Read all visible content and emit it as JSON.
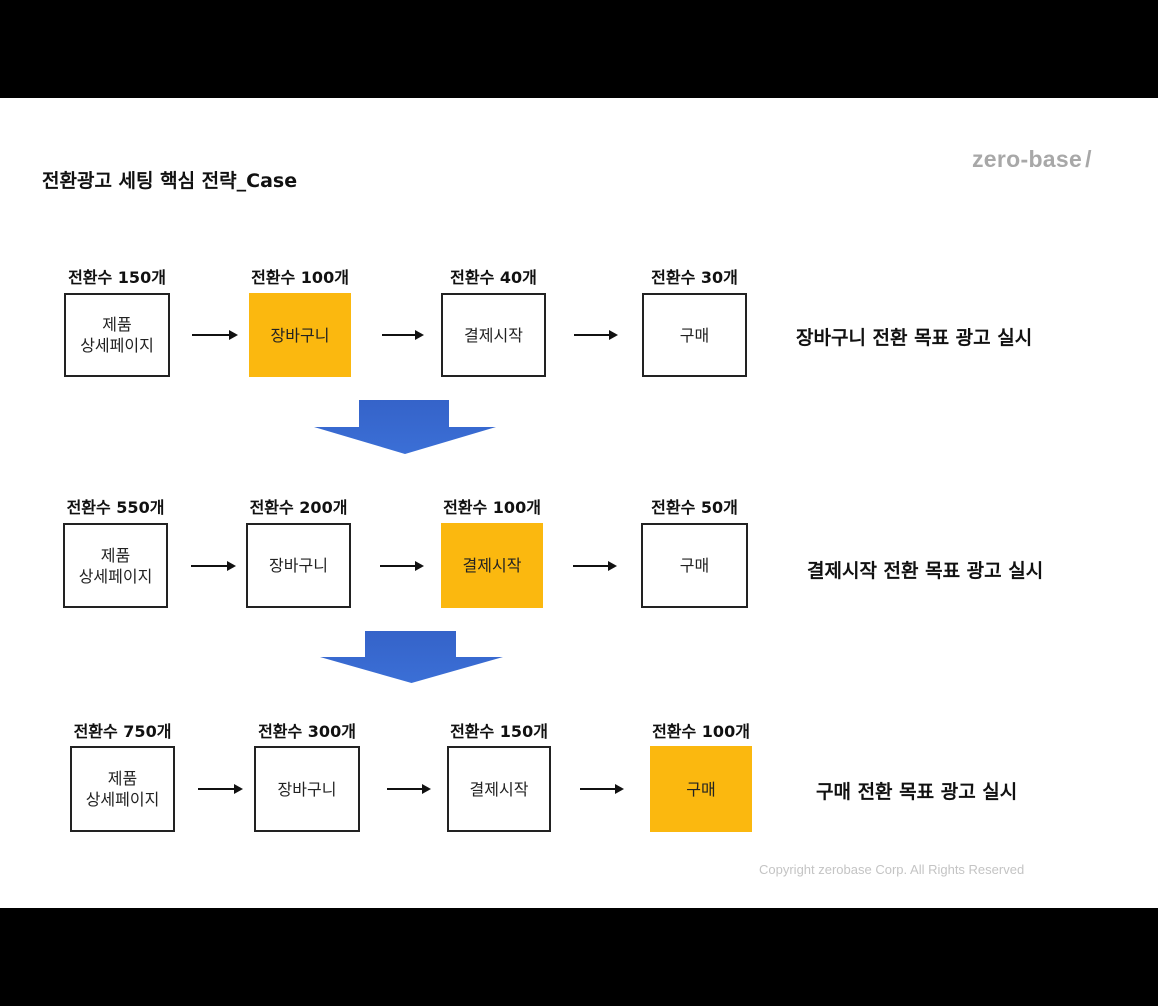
{
  "title": "전환광고 세팅 핵심 전략_Case",
  "logo": {
    "text": "zero-base",
    "slash": "/"
  },
  "copyright": "Copyright zerobase Corp. All Rights Reserved",
  "colors": {
    "highlight": "#fbb80f",
    "down_arrow_top": "#3563c9",
    "down_arrow_bottom": "#3b6fd6"
  },
  "cases": [
    {
      "goal": "장바구니 전환 목표 광고 실시",
      "highlight_index": 1,
      "steps": [
        {
          "label": "제품\n상세페이지",
          "count": "전환수 150개"
        },
        {
          "label": "장바구니",
          "count": "전환수 100개"
        },
        {
          "label": "결제시작",
          "count": "전환수 40개"
        },
        {
          "label": "구매",
          "count": "전환수 30개"
        }
      ]
    },
    {
      "goal": "결제시작 전환 목표 광고 실시",
      "highlight_index": 2,
      "steps": [
        {
          "label": "제품\n상세페이지",
          "count": "전환수 550개"
        },
        {
          "label": "장바구니",
          "count": "전환수 200개"
        },
        {
          "label": "결제시작",
          "count": "전환수 100개"
        },
        {
          "label": "구매",
          "count": "전환수 50개"
        }
      ]
    },
    {
      "goal": "구매 전환 목표 광고 실시",
      "highlight_index": 3,
      "steps": [
        {
          "label": "제품\n상세페이지",
          "count": "전환수 750개"
        },
        {
          "label": "장바구니",
          "count": "전환수 300개"
        },
        {
          "label": "결제시작",
          "count": "전환수 150개"
        },
        {
          "label": "구매",
          "count": "전환수 100개"
        }
      ]
    }
  ]
}
